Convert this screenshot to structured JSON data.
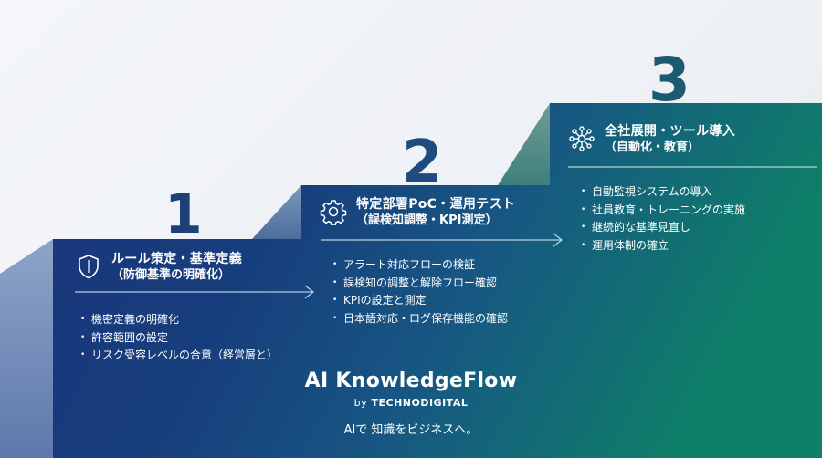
{
  "colors": {
    "step1_fill": "#17377a",
    "step2_fill": "#184c80",
    "step3_fill": "#10766b",
    "number": "#1e3f78",
    "text": "#ffffff"
  },
  "steps": [
    {
      "number": "1",
      "icon": "shield-icon",
      "title": "ルール策定・基準定義",
      "subtitle": "（防御基準の明確化）",
      "items": [
        "機密定義の明確化",
        "許容範囲の設定",
        "リスク受容レベルの合意（経営層と）"
      ]
    },
    {
      "number": "2",
      "icon": "gear-icon",
      "title": "特定部署PoC・運用テスト",
      "subtitle": "（誤検知調整・KPI測定）",
      "items": [
        "アラート対応フローの検証",
        "誤検知の調整と解除フロー確認",
        "KPIの設定と測定",
        "日本語対応・ログ保存機能の確認"
      ]
    },
    {
      "number": "3",
      "icon": "network-icon",
      "title": "全社展開・ツール導入",
      "subtitle": "（自動化・教育）",
      "items": [
        "自動監視システムの導入",
        "社員教育・トレーニングの実施",
        "継続的な基準見直し",
        "運用体制の確立"
      ]
    }
  ],
  "brand": {
    "name": "AI KnowledgeFlow",
    "by_prefix": "by",
    "by_company": "TECHNODIGITAL",
    "tagline": "AIで 知識をビジネスへ。"
  }
}
